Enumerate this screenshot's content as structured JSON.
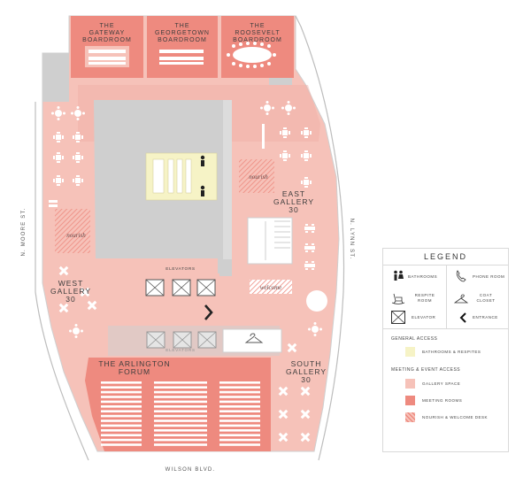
{
  "rooms": {
    "gateway": "THE GATEWAY BOARDROOM",
    "georgetown": "THE GEORGETOWN BOARDROOM",
    "roosevelt": "THE ROOSEVELT BOARDROOM",
    "forum": "THE ARLINGTON FORUM"
  },
  "galleries": {
    "east": [
      "EAST",
      "GALLERY",
      "30"
    ],
    "west": [
      "WEST",
      "GALLERY",
      "30"
    ],
    "south": [
      "SOUTH",
      "GALLERY",
      "30"
    ]
  },
  "zones": {
    "nourish_1": "nourish",
    "nourish_2": "nourish",
    "welcome": "welcome",
    "elevators_top": "ELEVATORS",
    "elevators_bottom": "ELEVATORS"
  },
  "streets": {
    "west": "N. MOORE ST.",
    "east": "N. LYNN ST.",
    "south": "WILSON BLVD."
  },
  "legend": {
    "title": "LEGEND",
    "icons": [
      {
        "label": "BATHROOMS",
        "icon": "restroom-icon"
      },
      {
        "label": "PHONE ROOM",
        "icon": "phone-icon"
      },
      {
        "label": "RESPITE ROOM",
        "icon": "rocking-chair-icon"
      },
      {
        "label": "COAT CLOSET",
        "icon": "hanger-icon"
      },
      {
        "label": "ELEVATOR",
        "icon": "elevator-icon"
      },
      {
        "label": "ENTRANCE",
        "icon": "entrance-arrow-icon"
      }
    ],
    "general_access": {
      "title": "GENERAL ACCESS",
      "items": [
        {
          "label": "BATHROOMS & RESPITES",
          "color": "#f6f3c6"
        }
      ]
    },
    "meeting_access": {
      "title": "MEETING & EVENT ACCESS",
      "items": [
        {
          "label": "GALLERY SPACE",
          "color": "#f6c2b9"
        },
        {
          "label": "MEETING ROOMS",
          "color": "#ee8a7f"
        },
        {
          "label": "NOURISH & WELCOME DESK",
          "color": "#f3a79c"
        }
      ]
    }
  },
  "colors": {
    "gallery": "#f6c2b9",
    "meeting": "#ee8a7f",
    "core": "#cfcfcf",
    "bath": "#f6f3c6",
    "walkway": "#efb0a6"
  }
}
